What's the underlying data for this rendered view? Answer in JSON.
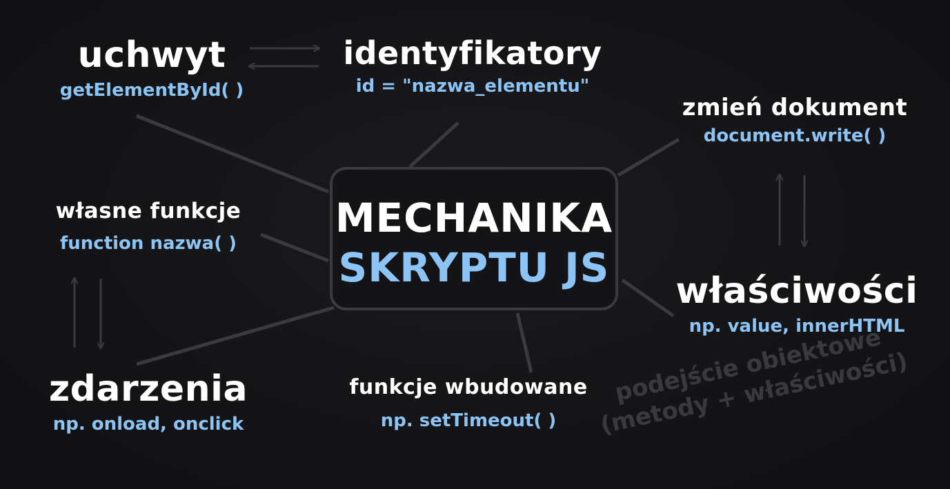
{
  "center": {
    "line1": "MECHANIKA",
    "line2": "SKRYPTU JS"
  },
  "nodes": {
    "uchwyt": {
      "title": "uchwyt",
      "sub": "getElementById( )"
    },
    "identyfikatory": {
      "title": "identyfikatory",
      "sub": "id = \"nazwa_elementu\""
    },
    "zmien_dokument": {
      "title": "zmień dokument",
      "sub": "document.write( )"
    },
    "wlasne_funkcje": {
      "title": "własne funkcje",
      "sub": "function nazwa( )"
    },
    "wlasciwosci": {
      "title": "właściwości",
      "sub": "np. value, innerHTML"
    },
    "zdarzenia": {
      "title": "zdarzenia",
      "sub": "np. onload, onclick"
    },
    "funkcje_wbudowane": {
      "title": "funkcje wbudowane",
      "sub": "np. setTimeout( )"
    }
  },
  "note": {
    "line1": "podejście obiektowe",
    "line2": "(metody + właściwości)"
  },
  "colors": {
    "background": "#141416",
    "title": "#ffffff",
    "accent": "#8cc4f5",
    "connector": "#3b3b3f",
    "note": "#3a3a3e"
  }
}
